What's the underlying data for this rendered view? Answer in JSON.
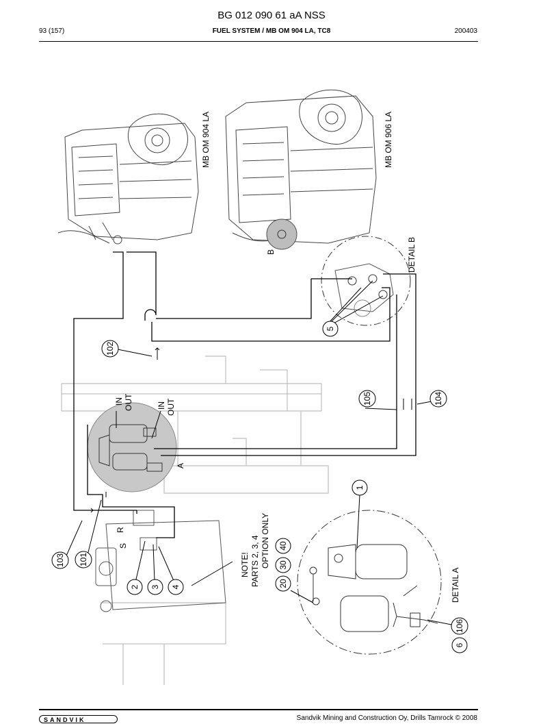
{
  "header": {
    "doc_title": "BG 012 090 61 aA NSS",
    "page": "93 (157)",
    "section": "FUEL SYSTEM / MB OM 904 LA, TC8",
    "date": "200403"
  },
  "footer": {
    "logo_text": "SANDVIK",
    "copyright": "Sandvik Mining and Construction Oy, Drills Tamrock © 2008"
  },
  "labels": {
    "engine_904": "MB OM 904 LA",
    "engine_906": "MB OM 906 LA",
    "detail_b": "DETAIL B",
    "detail_a": "DETAIL A",
    "b": "B",
    "a": "A",
    "in_1": "IN",
    "out_1": "OUT",
    "in_2": "IN",
    "out_2": "OUT",
    "r": "R",
    "s": "S",
    "note_1": "NOTE!",
    "note_2": "PARTS 2, 3, 4",
    "note_3": "OPTION ONLY"
  },
  "callouts": {
    "c1": "1",
    "c2": "2",
    "c3": "3",
    "c4": "4",
    "c5": "5",
    "c6": "6",
    "c20": "20",
    "c30": "30",
    "c40": "40",
    "c101": "101",
    "c102": "102",
    "c103": "103",
    "c104": "104",
    "c105": "105",
    "c106": "106"
  }
}
